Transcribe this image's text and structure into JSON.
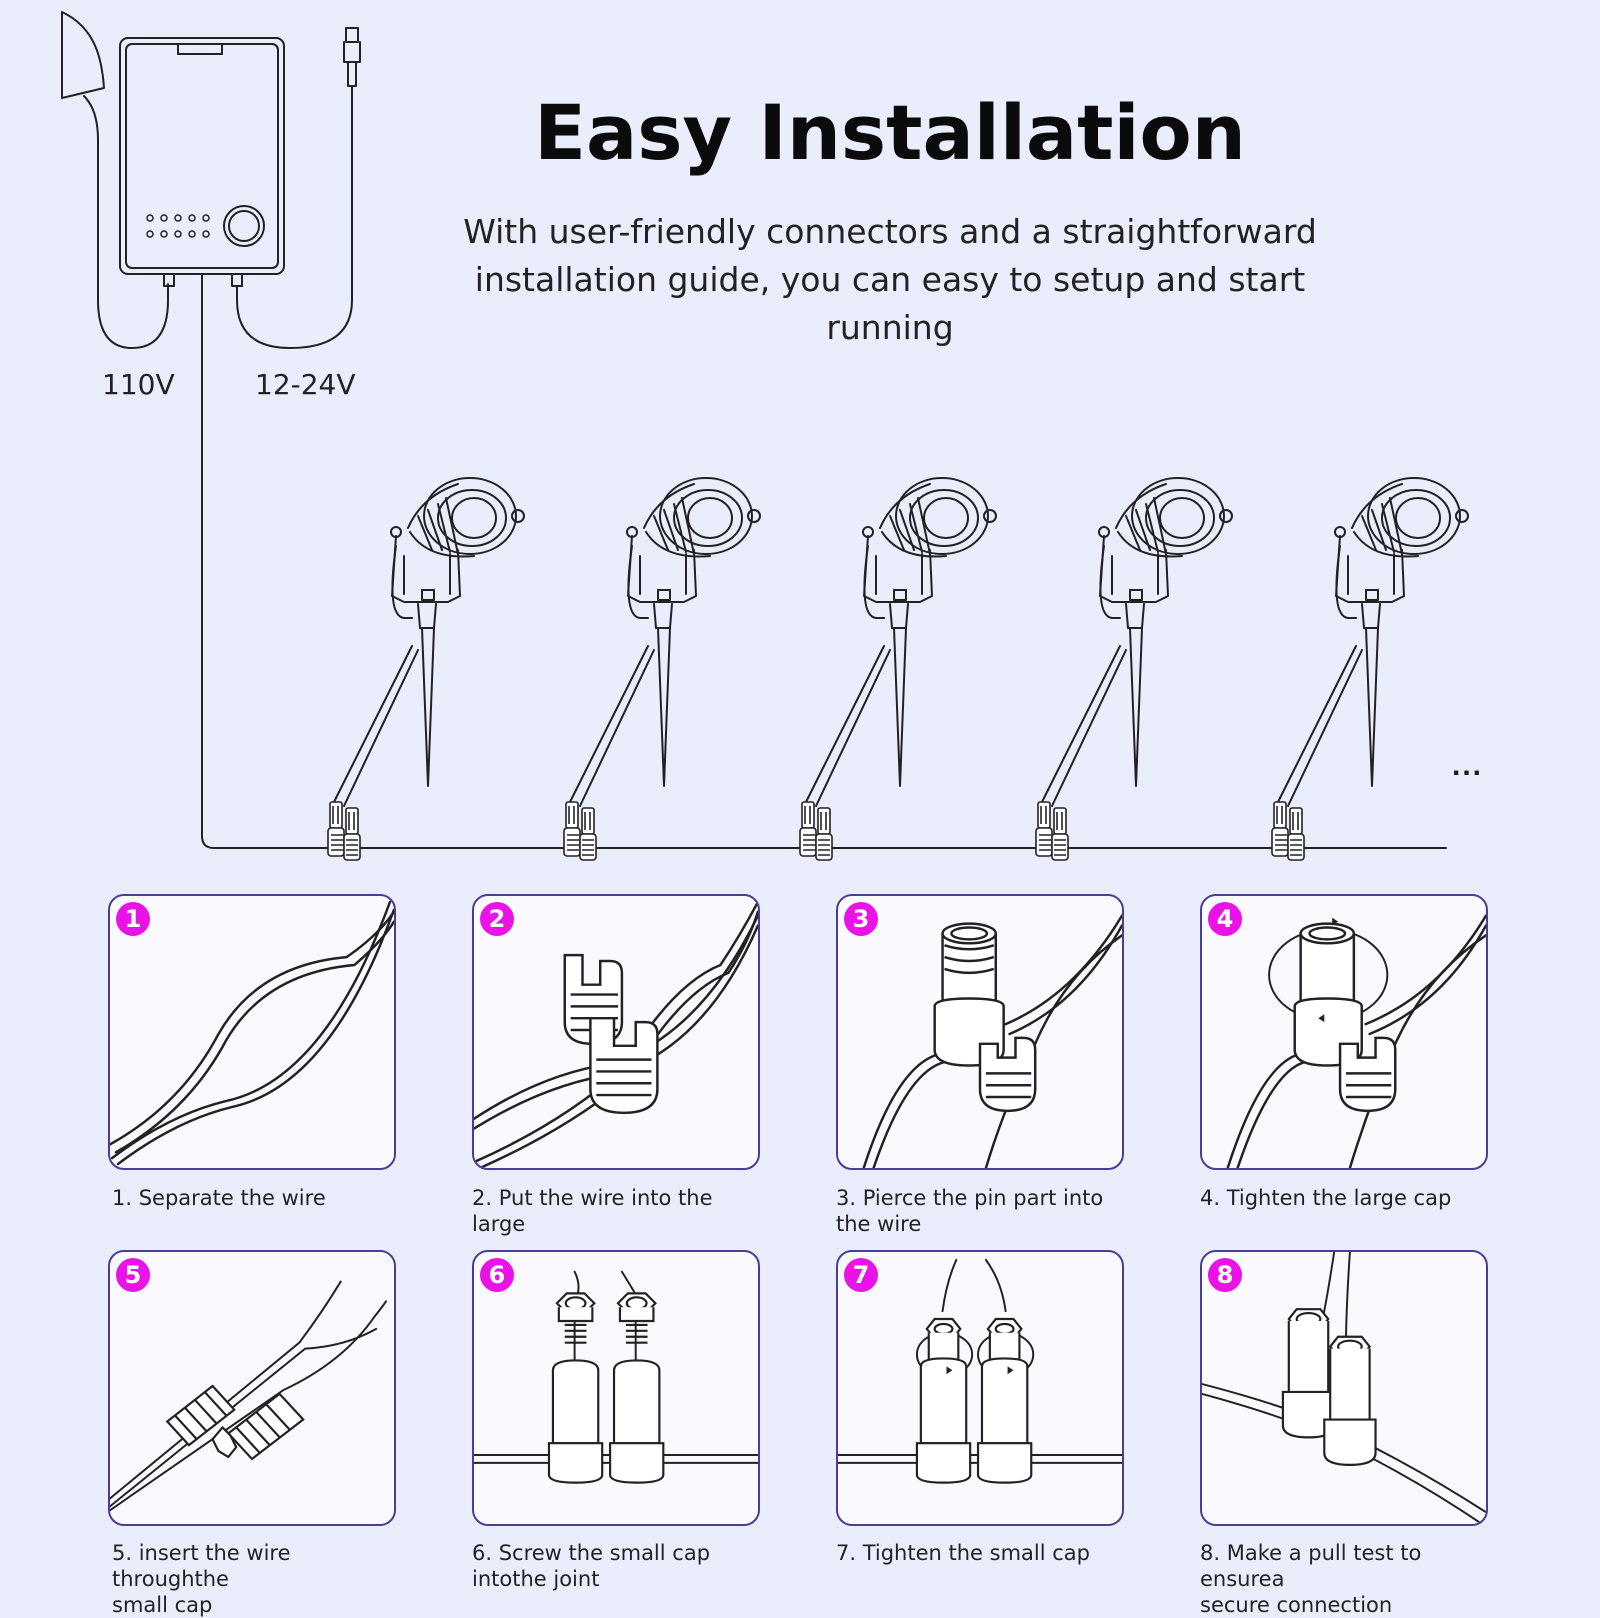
{
  "title": "Easy Installation",
  "subtitle": "With user-friendly connectors and a straightforward installation guide, you can easy to setup and start running",
  "labels": {
    "input_voltage": "110V",
    "output_voltage": "12-24V",
    "more": "..."
  },
  "steps": [
    {
      "number": "1",
      "caption": "1. Separate the wire"
    },
    {
      "number": "2",
      "caption": "2. Put the wire into the large"
    },
    {
      "number": "3",
      "caption": "3. Pierce the pin part into\n    the wire"
    },
    {
      "number": "4",
      "caption": "4. Tighten the large cap"
    },
    {
      "number": "5",
      "caption": "5. insert the wire throughthe\n    small cap"
    },
    {
      "number": "6",
      "caption": "6. Screw the small cap\n    intothe joint"
    },
    {
      "number": "7",
      "caption": "7. Tighten the small cap"
    },
    {
      "number": "8",
      "caption": "8. Make a pull test to ensurea\n    secure connection"
    }
  ],
  "colors": {
    "background": "#eaedfc",
    "badge": "#ea12e6",
    "frame": "#4a3d96"
  }
}
